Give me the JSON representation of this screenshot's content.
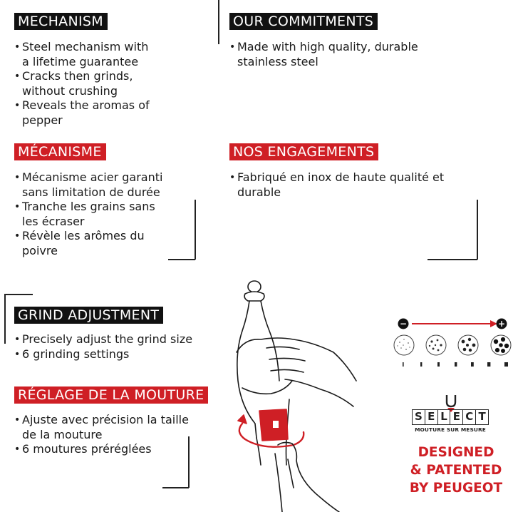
{
  "mechanism": {
    "title": "MECHANISM",
    "items": [
      [
        "Steel mechanism with",
        "a lifetime guarantee"
      ],
      [
        "Cracks then grinds,",
        "without crushing"
      ],
      [
        "Reveals the aromas of",
        "pepper"
      ]
    ]
  },
  "commitments": {
    "title": "OUR COMMITMENTS",
    "items": [
      [
        "Made with high quality, durable",
        "stainless steel"
      ]
    ]
  },
  "mecanisme": {
    "title": "MÉCANISME",
    "items": [
      [
        "Mécanisme acier garanti",
        "sans limitation de durée"
      ],
      [
        "Tranche les grains sans",
        "les écraser"
      ],
      [
        "Révèle les arômes du",
        "poivre"
      ]
    ]
  },
  "engagements": {
    "title": "NOS ENGAGEMENTS",
    "items": [
      [
        "Fabriqué en inox de haute qualité et",
        "durable"
      ]
    ]
  },
  "grind_adjustment": {
    "title": "GRIND ADJUSTMENT",
    "items": [
      [
        "Precisely adjust the grind size"
      ],
      [
        "6 grinding settings"
      ]
    ]
  },
  "reglage": {
    "title": "RÉGLAGE DE LA MOUTURE",
    "items": [
      [
        "Ajuste avec précision la taille",
        "de la mouture"
      ],
      [
        "6 moutures préréglées"
      ]
    ]
  },
  "grind_scale": {
    "minus_symbol": "−",
    "plus_symbol": "+",
    "arrow_color": "#cf1f25",
    "levels": 4
  },
  "select_logo": {
    "letters": [
      "S",
      "E",
      "L",
      "E",
      "C",
      "T"
    ],
    "subtitle": "MOUTURE SUR MESURE"
  },
  "patent": {
    "lines": [
      "DESIGNED",
      "& PATENTED",
      "BY PEUGEOT"
    ]
  },
  "colors": {
    "brand_red": "#cf1f25",
    "black": "#111111"
  }
}
